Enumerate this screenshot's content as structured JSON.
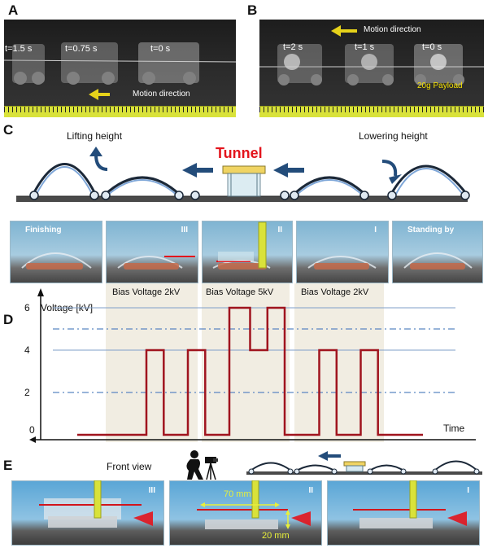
{
  "panels": {
    "A": "A",
    "B": "B",
    "C": "C",
    "D": "D",
    "E": "E"
  },
  "panel_a": {
    "times": [
      "t=1.5 s",
      "t=0.75 s",
      "t=0 s"
    ],
    "motion": "Motion direction"
  },
  "panel_b": {
    "times": [
      "t=2 s",
      "t=1 s",
      "t=0 s"
    ],
    "motion": "Motion direction",
    "payload": "20g Payload"
  },
  "panel_c": {
    "lifting": "Lifting height",
    "lowering": "Lowering height",
    "tunnel": "Tunnel",
    "frames": [
      "Finishing",
      "III",
      "II",
      "I",
      "Standing by"
    ]
  },
  "panel_d": {
    "bias": [
      "Bias Voltage 2kV",
      "Bias Voltage 5kV",
      "Bias Voltage 2kV"
    ],
    "ylabel": "Voltage [kV]",
    "xlabel": "Time"
  },
  "panel_e": {
    "front_view": "Front view",
    "frames": [
      "III",
      "II",
      "I"
    ],
    "width_dim": "70 mm",
    "height_dim": "20 mm"
  },
  "chart_data": {
    "type": "line",
    "title": "",
    "xlabel": "Time",
    "ylabel": "Voltage [kV]",
    "ylim": [
      0,
      7
    ],
    "yticks": [
      0,
      2,
      4,
      6
    ],
    "x": [
      0.0,
      1.0,
      1.0,
      1.25,
      1.25,
      1.6,
      1.6,
      1.85,
      1.85,
      2.2,
      2.2,
      2.5,
      2.5,
      2.75,
      2.75,
      3.0,
      3.0,
      3.5,
      3.5,
      3.75,
      3.75,
      4.1,
      4.1,
      4.35,
      4.35,
      5.0
    ],
    "series": [
      {
        "values": [
          0,
          0,
          4,
          4,
          0,
          0,
          4,
          4,
          0,
          0,
          6,
          6,
          4,
          4,
          6,
          6,
          0,
          0,
          4,
          4,
          0,
          0,
          4,
          4,
          0,
          0
        ]
      }
    ],
    "reference_lines": {
      "solid": [
        4,
        6
      ],
      "dashdot": [
        2,
        5
      ]
    },
    "bias_bands": [
      {
        "label": "Bias Voltage 2kV",
        "x": [
          0.9,
          1.95
        ]
      },
      {
        "label": "Bias Voltage 5kV",
        "x": [
          2.1,
          3.1
        ]
      },
      {
        "label": "Bias Voltage 2kV",
        "x": [
          3.35,
          4.45
        ]
      }
    ],
    "colors": {
      "trace": "#a0141e",
      "solid_ref": "#7f9fc9",
      "dashdot_ref": "#5b86c2",
      "band": "#f1ede2"
    }
  }
}
